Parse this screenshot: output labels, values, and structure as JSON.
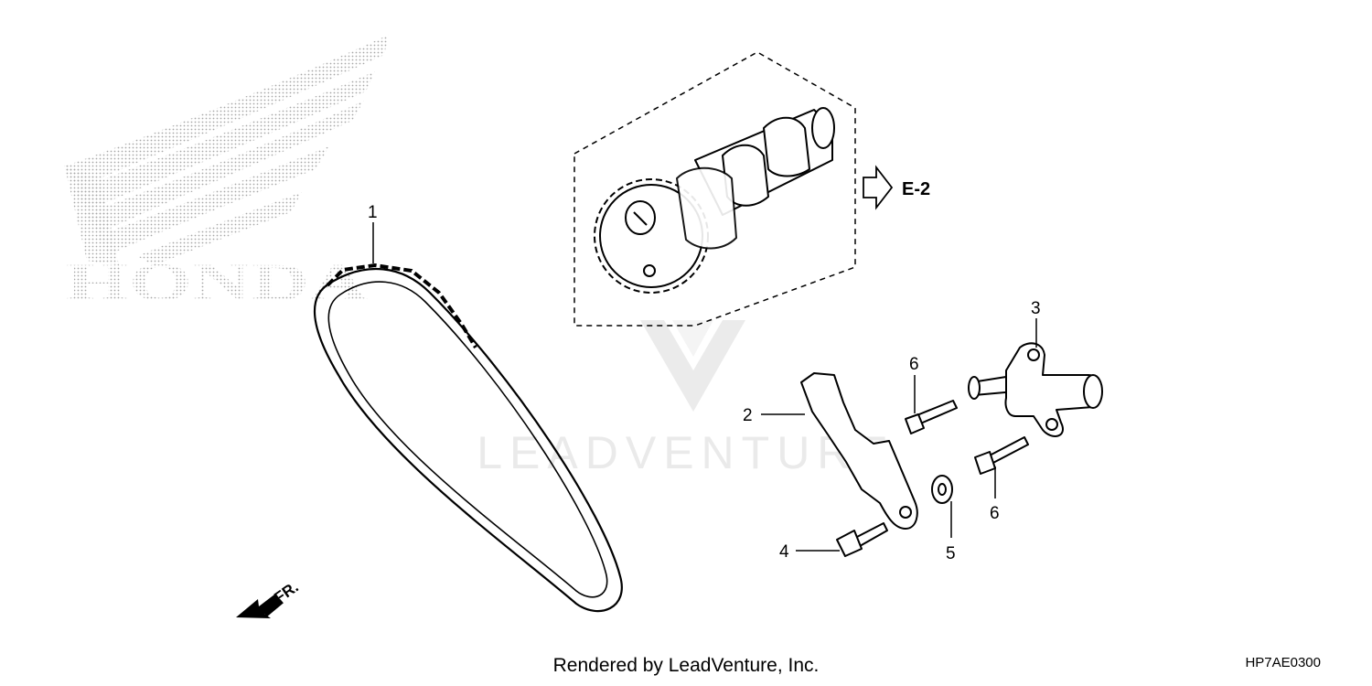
{
  "diagram": {
    "logo": {
      "brand_text": "HONDA"
    },
    "watermark": {
      "text": "LEADVENTURE"
    },
    "callouts": [
      {
        "number": "1",
        "part": "cam-chain"
      },
      {
        "number": "2",
        "part": "tensioner-arm"
      },
      {
        "number": "3",
        "part": "tensioner-lifter"
      },
      {
        "number": "4",
        "part": "bolt"
      },
      {
        "number": "5",
        "part": "washer"
      },
      {
        "number": "6",
        "part": "bolt"
      },
      {
        "number": "6",
        "part": "bolt"
      }
    ],
    "reference": {
      "label": "E-2"
    },
    "direction": {
      "label": "FR."
    }
  },
  "footer": {
    "credit": "Rendered by LeadVenture, Inc.",
    "diagram_code": "HP7AE0300"
  },
  "colors": {
    "ink": "#000000",
    "logo_dots": "#b5b5b5",
    "watermark": "#e6e6e6"
  }
}
